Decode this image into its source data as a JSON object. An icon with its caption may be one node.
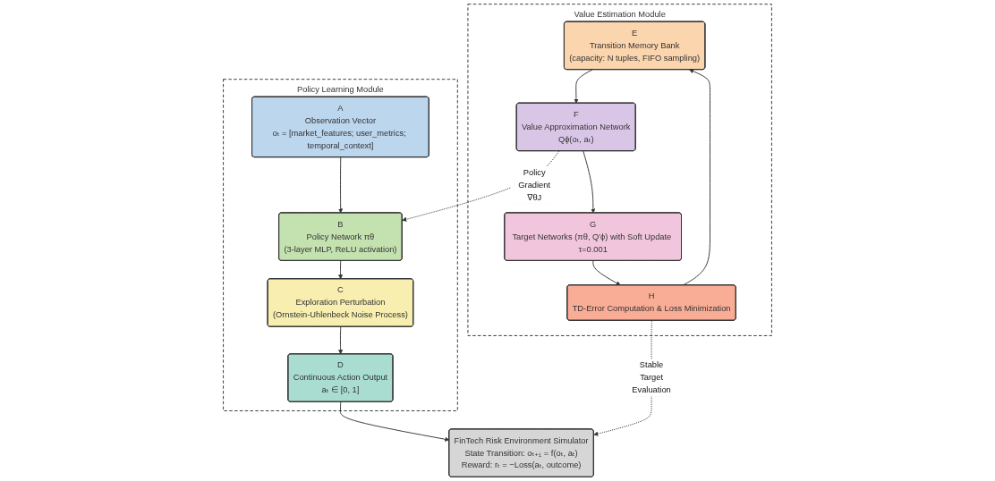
{
  "diagram": {
    "nodes": [
      {
        "text": [
          "Policy Learning Module"
        ]
      },
      {
        "text": [
          "A",
          "Observation Vector",
          "oₜ = [market_features; user_metrics; temporal_context]"
        ],
        "in": 0
      },
      {
        "text": [
          "B",
          "Policy Network πθ",
          "(3-layer MLP, ReLU activation)"
        ],
        "in": 0
      },
      {
        "text": [
          "C",
          "Exploration Perturbation",
          "(Ornstein-Uhlenbeck Noise Process)"
        ],
        "in": 0
      },
      {
        "text": [
          "D",
          "Continuous Action Output",
          "aₜ ∈ [0, 1]"
        ],
        "in": 0
      },
      {
        "text": [
          "Value Estimation Module"
        ]
      },
      {
        "text": [
          "E",
          "Transition Memory Bank",
          "(capacity: N tuples, FIFO sampling)"
        ],
        "in": 5
      },
      {
        "text": [
          "F",
          "Value Approximation Network",
          "Qϕ(oₜ, aₜ)"
        ],
        "in": 5
      },
      {
        "text": [
          "G",
          "Target Networks (πθ, Q′ϕ) with Soft Update τ=0.001"
        ],
        "in": 5
      },
      {
        "text": [
          "H",
          "TD-Error Computation & Loss Minimization"
        ],
        "in": 5
      },
      {
        "text": [
          "FinTech Risk Environment Simulator",
          "State Transition: oₜ₊₁ = f(oₜ, aₜ)",
          "Reward: rₜ = −Loss(aₜ, outcome)"
        ]
      }
    ],
    "edges": [
      {
        "from": 1,
        "to": 2,
        "arrow": "to"
      },
      {
        "from": 2,
        "to": 3,
        "arrow": "to"
      },
      {
        "from": 3,
        "to": 4,
        "arrow": "to"
      },
      {
        "from": 4,
        "to": 10,
        "arrow": "to"
      },
      {
        "from": 6,
        "to": 7,
        "arrow": "to"
      },
      {
        "from": 7,
        "to": 8,
        "arrow": "to"
      },
      {
        "from": 8,
        "to": 9,
        "arrow": "to"
      },
      {
        "from": 9,
        "to": 6,
        "arrow": "to"
      },
      {
        "from": 7,
        "to": 2,
        "arrow": "to",
        "label": "Policy Gradient ∇θJ",
        "style": "dashed"
      },
      {
        "from": 9,
        "to": 10,
        "arrow": "to",
        "label": "Stable Target Evaluation",
        "style": "dashed"
      }
    ]
  }
}
